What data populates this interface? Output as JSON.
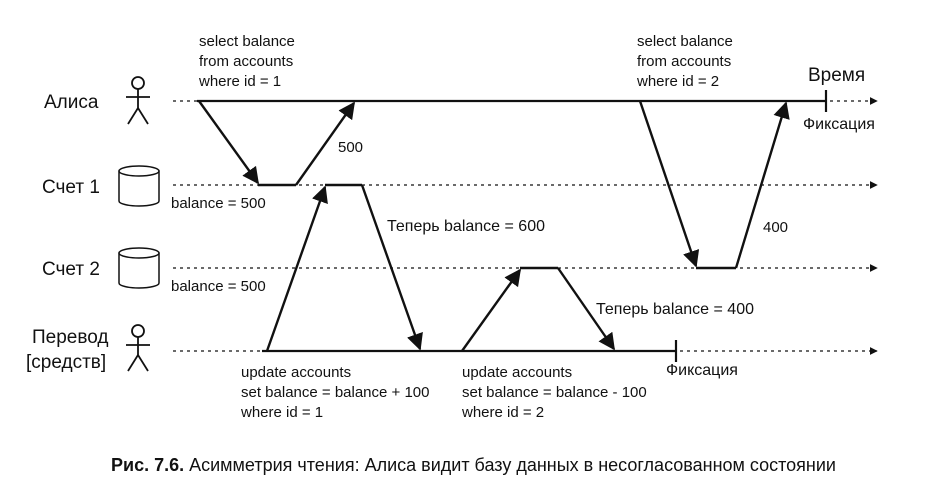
{
  "lanes": {
    "alice": "Алиса",
    "account1": "Счет 1",
    "account2": "Счет 2",
    "transfer_line1": "Перевод",
    "transfer_line2": "[средств]"
  },
  "time_label": "Время",
  "commit_alice": "Фиксация",
  "commit_transfer": "Фиксация",
  "alice_query1": [
    "select balance",
    "from accounts",
    "where id = 1"
  ],
  "alice_query2": [
    "select balance",
    "from accounts",
    "where id = 2"
  ],
  "transfer_update1": [
    "update accounts",
    "set balance = balance + 100",
    "where id = 1"
  ],
  "transfer_update2": [
    "update accounts",
    "set balance = balance - 100",
    "where id = 2"
  ],
  "account1_initial": "balance = 500",
  "account2_initial": "balance = 500",
  "result_500": "500",
  "result_400": "400",
  "now_600": "Теперь balance = 600",
  "now_400": "Теперь balance = 400",
  "caption": {
    "prefix": "Рис. 7.6.",
    "text": " Асимметрия чтения: Алиса видит базу данных в несогласованном состоянии"
  }
}
